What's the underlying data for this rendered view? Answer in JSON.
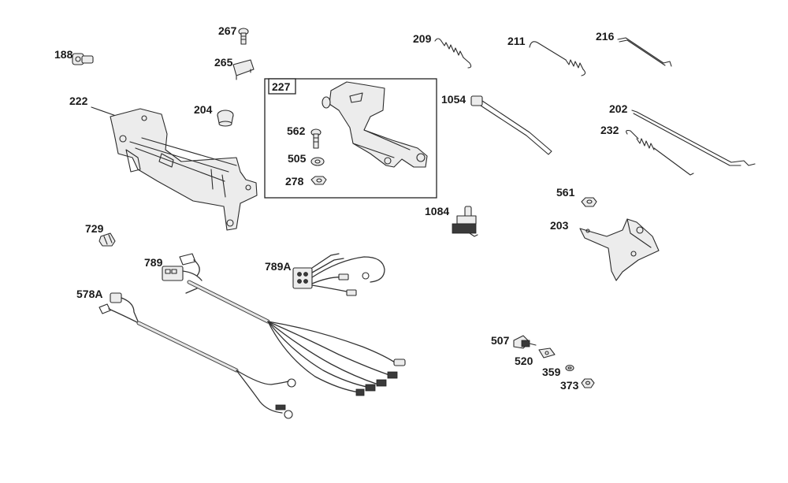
{
  "parts": {
    "p188": "188",
    "p267": "267",
    "p265": "265",
    "p222": "222",
    "p204": "204",
    "p227": "227",
    "p562": "562",
    "p505": "505",
    "p278": "278",
    "p209": "209",
    "p211": "211",
    "p216": "216",
    "p1054": "1054",
    "p202": "202",
    "p232": "232",
    "p561": "561",
    "p1084": "1084",
    "p203": "203",
    "p729": "729",
    "p789": "789",
    "p789A": "789A",
    "p578A": "578A",
    "p507": "507",
    "p520": "520",
    "p359": "359",
    "p373": "373"
  },
  "colors": {
    "line": "#2b2b2b",
    "fill": "#ececec",
    "background": "#ffffff"
  }
}
